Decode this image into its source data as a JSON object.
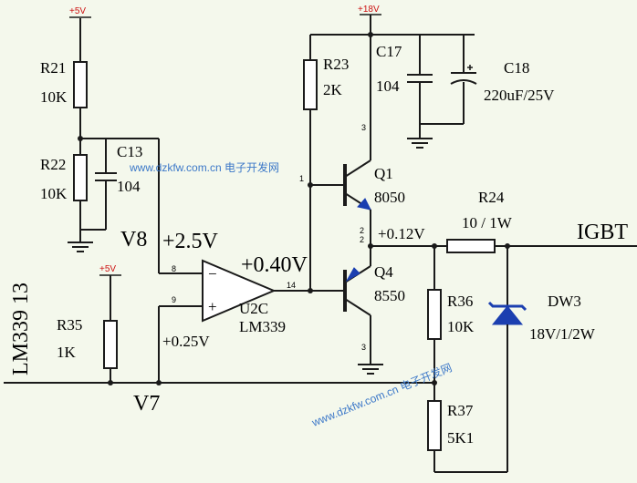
{
  "rails": {
    "plus5_a": "+5V",
    "plus5_b": "+5V",
    "plus18": "+18V"
  },
  "components": {
    "r21": {
      "ref": "R21",
      "value": "10K"
    },
    "r22": {
      "ref": "R22",
      "value": "10K"
    },
    "c13": {
      "ref": "C13",
      "value": "104"
    },
    "r23": {
      "ref": "R23",
      "value": "2K"
    },
    "c17": {
      "ref": "C17",
      "value": "104"
    },
    "c18": {
      "ref": "C18",
      "value": "220uF/25V"
    },
    "q1": {
      "ref": "Q1",
      "value": "8050"
    },
    "q4": {
      "ref": "Q4",
      "value": "8550"
    },
    "r24": {
      "ref": "R24",
      "value": "10 / 1W"
    },
    "r35": {
      "ref": "R35",
      "value": "1K"
    },
    "r36": {
      "ref": "R36",
      "value": "10K"
    },
    "r37": {
      "ref": "R37",
      "value": "5K1"
    },
    "dw3": {
      "ref": "DW3",
      "value": "18V/1/2W"
    },
    "u2c": {
      "ref": "U2C",
      "value": "LM339"
    }
  },
  "nets": {
    "v8": "V8",
    "v7": "V7",
    "lm339_13": "LM339 13",
    "igbt": "IGBT"
  },
  "voltages": {
    "v_plus": "+2.5V",
    "v_minus": "+0.25V",
    "v_out": "+0.40V",
    "v_emit": "+0.12V"
  },
  "pins": {
    "p8": "8",
    "p9": "9",
    "p14": "14",
    "q1_b": "1",
    "q1_c": "3",
    "q4_e": "2",
    "q4_c": "3",
    "q1_e": "2"
  },
  "opamp_signs": {
    "minus": "−",
    "plus": "+"
  },
  "watermarks": {
    "top": "www.dzkfw.com.cn 电子开发网",
    "bottom": "www.dzkfw.com.cn 电子开发网"
  }
}
